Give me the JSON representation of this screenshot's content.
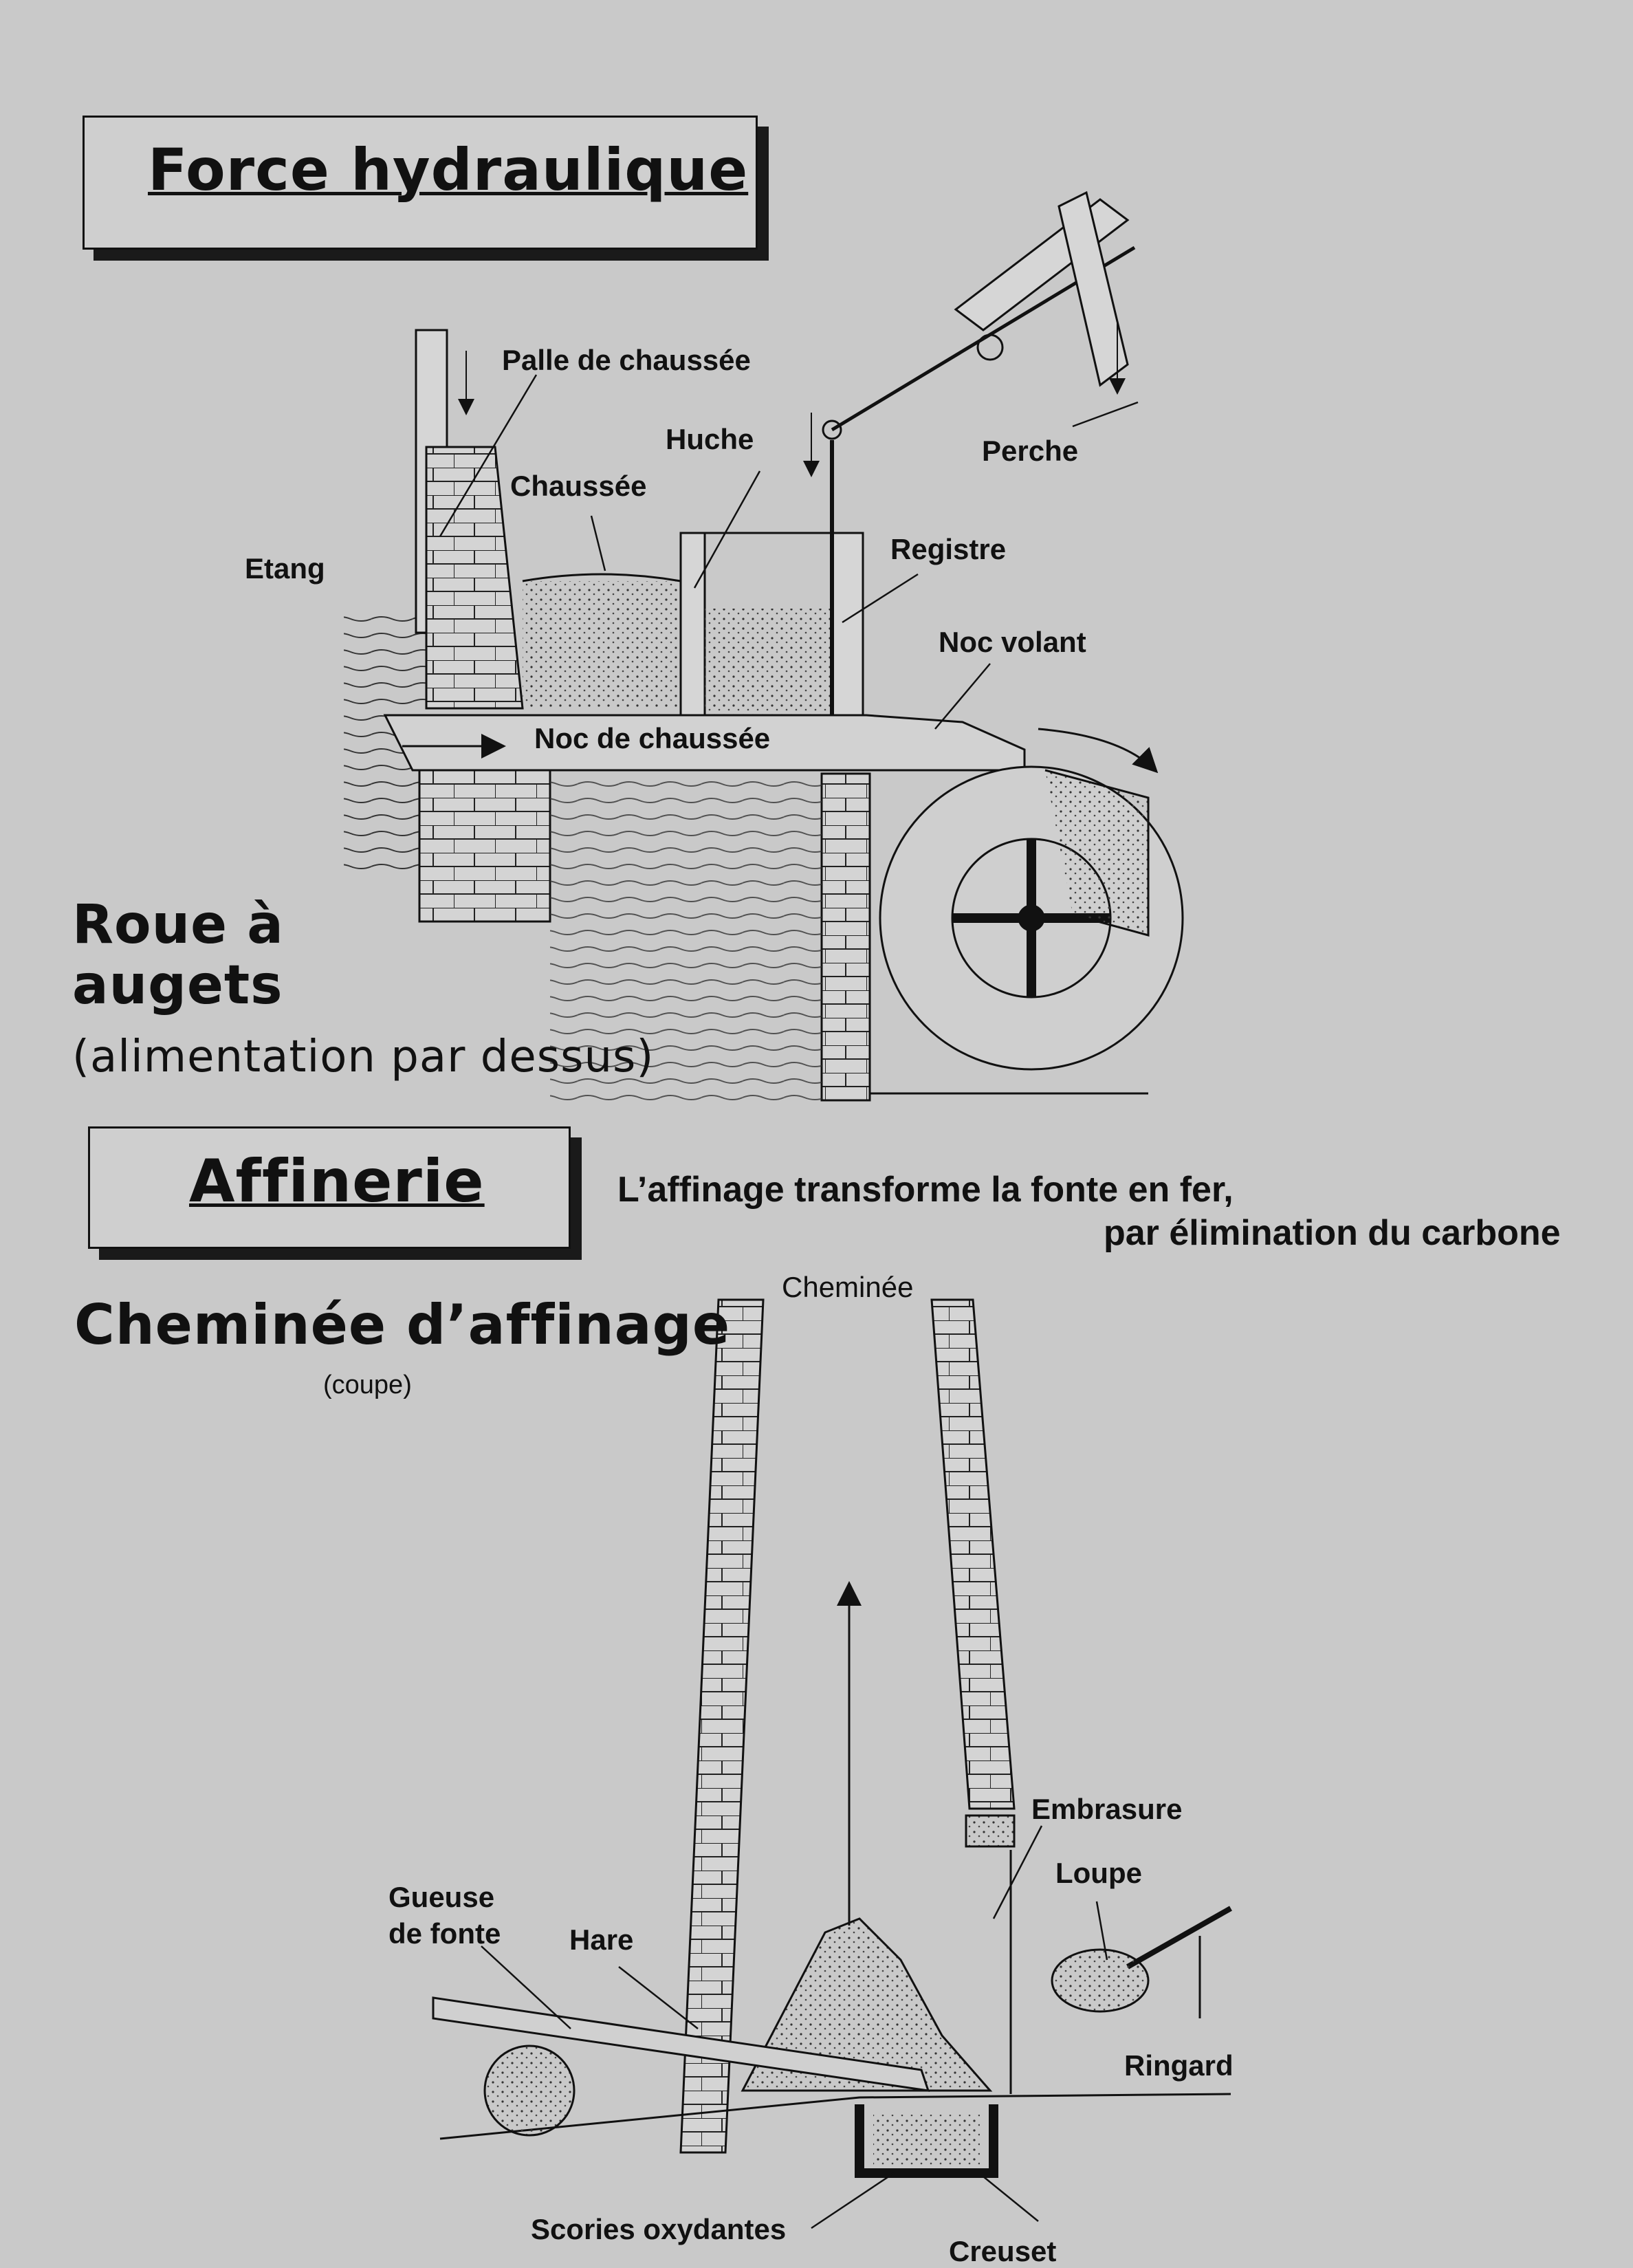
{
  "section1": {
    "title": "Force hydraulique",
    "caption_line1": "Roue à",
    "caption_line2": "augets",
    "caption_line3": "(alimentation par dessus)",
    "labels": {
      "palle": "Palle de chaussée",
      "huche": "Huche",
      "perche": "Perche",
      "chaussee": "Chaussée",
      "etang": "Etang",
      "registre": "Registre",
      "noc_volant": "Noc volant",
      "noc_chaussee": "Noc de chaussée"
    }
  },
  "section2": {
    "title": "Affinerie",
    "description_line1": "L’affinage transforme la fonte en fer,",
    "description_line2": "par élimination du carbone",
    "subtitle": "Cheminée d’affinage",
    "subtitle_note": "(coupe)",
    "labels": {
      "cheminee": "Cheminée",
      "embrasure": "Embrasure",
      "loupe": "Loupe",
      "gueuse_line1": "Gueuse",
      "gueuse_line2": "de fonte",
      "hare": "Hare",
      "ringard": "Ringard",
      "scories": "Scories oxydantes",
      "creuset": "Creuset"
    }
  }
}
